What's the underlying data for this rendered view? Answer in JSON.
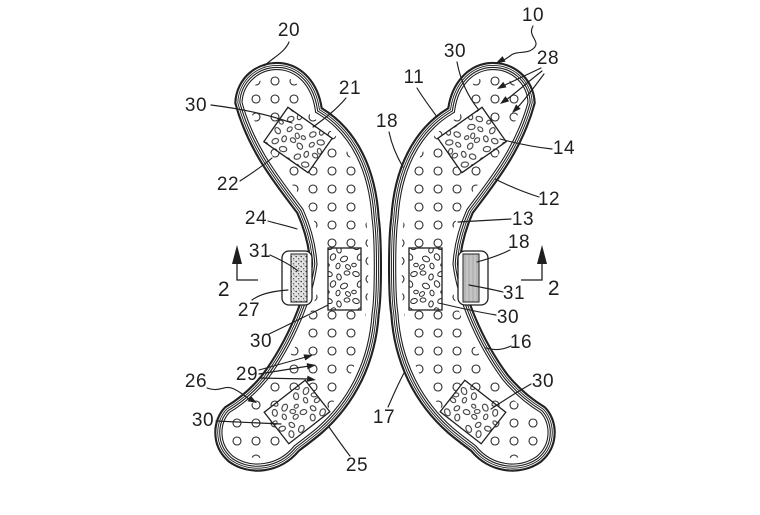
{
  "figure": {
    "colors": {
      "paper": "#ffffff",
      "ink": "#1f1f1f",
      "tab_gray": "#c9c9c9"
    },
    "numerals": {
      "n2": "2",
      "n10": "10",
      "n11": "11",
      "n12": "12",
      "n13": "13",
      "n14": "14",
      "n16": "16",
      "n17": "17",
      "n18": "18",
      "n20": "20",
      "n21": "21",
      "n22": "22",
      "n24": "24",
      "n25": "25",
      "n26": "26",
      "n27": "27",
      "n28": "28",
      "n29": "29",
      "n30": "30",
      "n31": "31"
    }
  }
}
